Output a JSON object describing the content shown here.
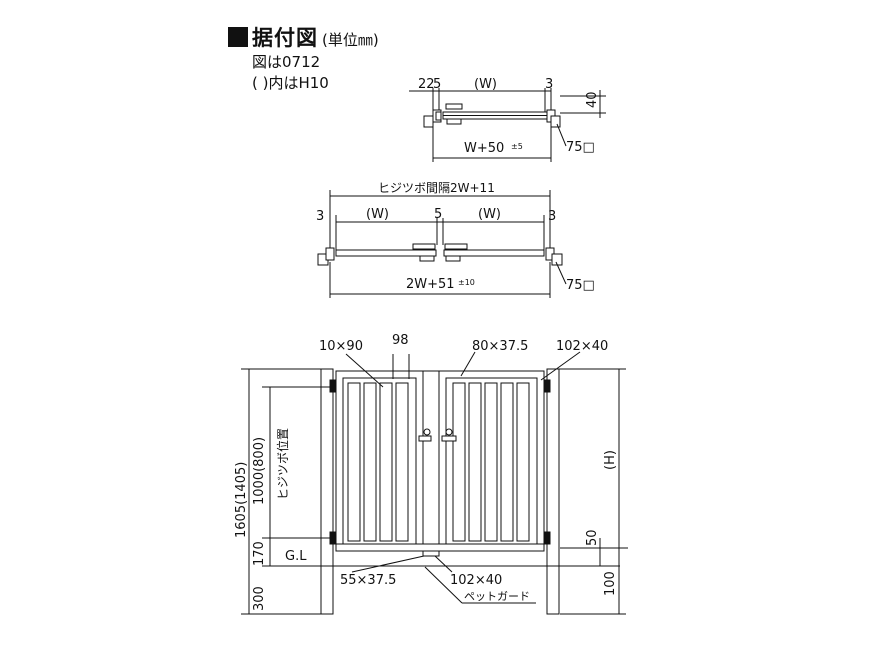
{
  "title": {
    "main": "据付図",
    "unit": "(単位㎜)",
    "note_model": "図は0712",
    "note_paren": "(   )内はH10"
  },
  "top_single": {
    "dim_22": "22",
    "dim_5": "5",
    "dim_w": "(W)",
    "dim_3": "3",
    "dim_40": "40",
    "dim_w50": "W+50",
    "tol_w50": "±5",
    "post_75": "75□"
  },
  "top_double": {
    "spacing": "ヒジツボ間隔2W+11",
    "dim_3_left": "3",
    "dim_w_left": "(W)",
    "dim_5": "5",
    "dim_w_right": "(W)",
    "dim_3_right": "3",
    "dim_2w51": "2W+51",
    "tol_2w51": "±10",
    "post_75": "75□"
  },
  "front": {
    "lbl_10x90": "10×90",
    "lbl_98": "98",
    "lbl_80x375": "80×37.5",
    "lbl_102x40_top": "102×40",
    "lbl_1605": "1605(1405)",
    "lbl_1000": "1000(800)",
    "lbl_hijitsubo": "ヒジツボ位置",
    "lbl_170": "170",
    "lbl_300": "300",
    "lbl_gl": "G.L",
    "lbl_55x375": "55×37.5",
    "lbl_102x40_bottom": "102×40",
    "lbl_petguard": "ペットガード",
    "lbl_h": "(H)",
    "lbl_50": "50",
    "lbl_100": "100"
  },
  "colors": {
    "line": "#111111",
    "paper": "#ffffff"
  }
}
